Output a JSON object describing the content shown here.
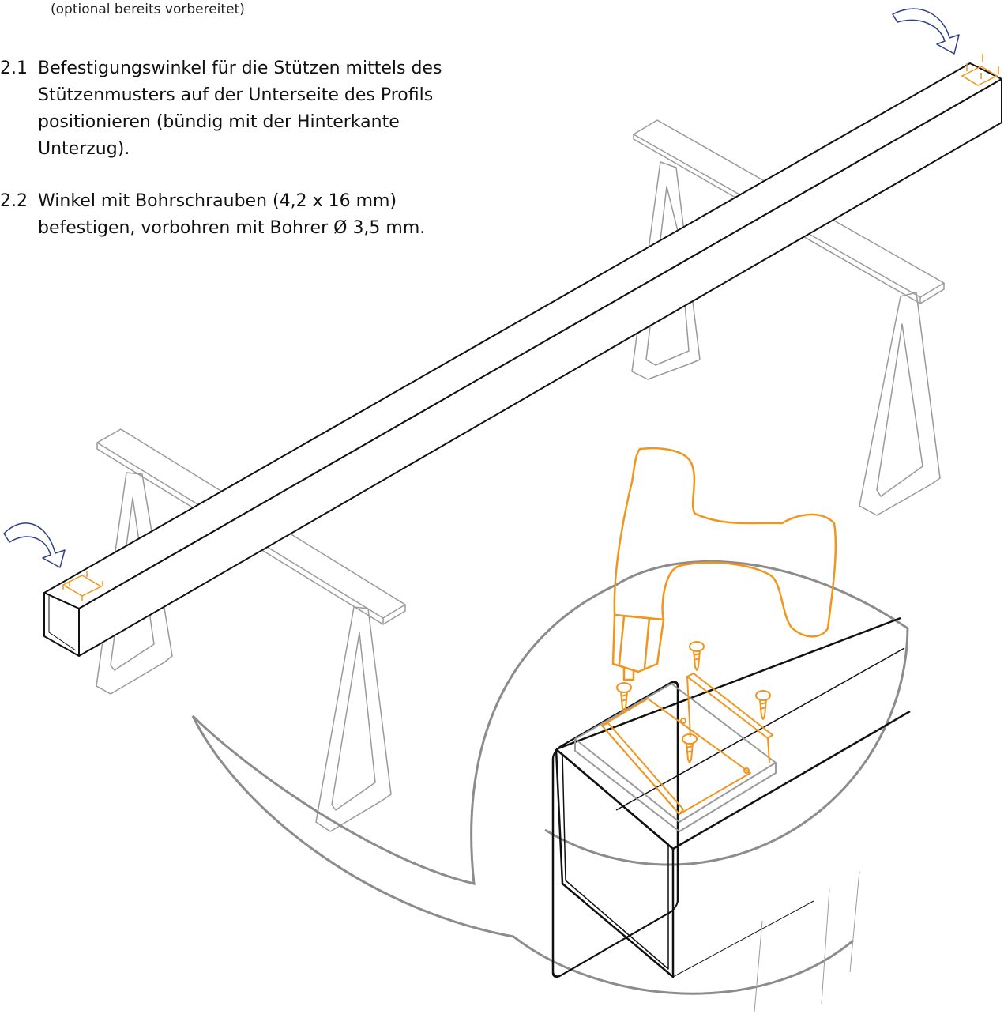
{
  "instructions": {
    "note": "(optional bereits vorbereitet)",
    "steps": [
      {
        "number": "2.1",
        "lines": [
          "Befestigungswinkel für die Stützen mittels des",
          "Stützenmusters auf der Unterseite des Profils",
          "positionieren (bündig mit der Hinterkante",
          "Unterzug)."
        ]
      },
      {
        "number": "2.2",
        "lines": [
          "Winkel mit Bohrschrauben (4,2 x 16 mm)",
          "befestigen, vorbohren mit Bohrer Ø 3,5 mm."
        ]
      }
    ]
  },
  "colors": {
    "profile_outline": "#111111",
    "trestle_outline": "#9a9a9a",
    "bracket_highlight": "#f0961e",
    "arrow": "#2c3f8c",
    "callout": "#8c8c8c"
  },
  "icons": [
    "arrow-curved-icon",
    "drill-icon",
    "screw-icon",
    "mounting-bracket-icon"
  ]
}
